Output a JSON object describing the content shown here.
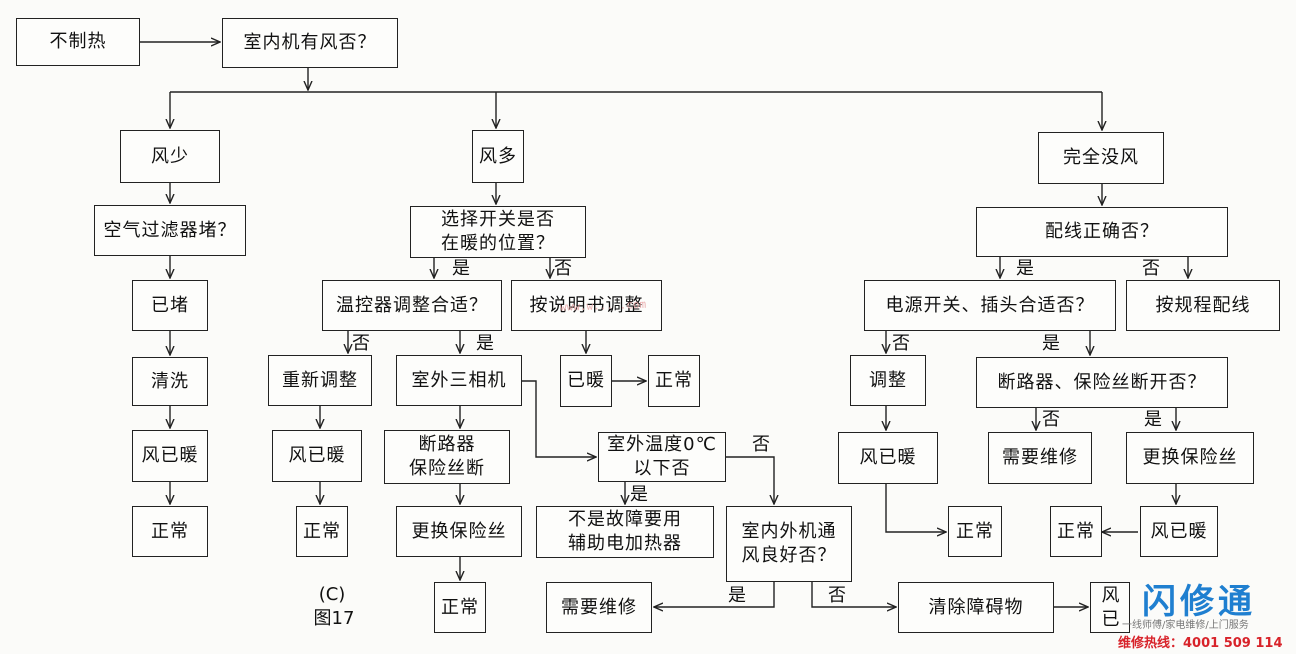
{
  "nodes": {
    "no_heat": "不制热",
    "indoor_wind": "室内机有风否？",
    "wind_low": "风少",
    "wind_high": "风多",
    "no_wind": "完全没风",
    "filter_blocked_q": "空气过滤器堵？",
    "blocked": "已堵",
    "clean": "清洗",
    "wind_warm_1": "风已暖",
    "normal_1": "正常",
    "selector_switch_q": "选择开关是否\n在暖的位置？",
    "thermostat_q": "温控器调整合适？",
    "adjust_by_manual": "按说明书调整",
    "readjust": "重新调整",
    "outdoor_3phase": "室外三相机",
    "warm": "已暖",
    "normal_2": "正常",
    "wind_warm_2": "风已暖",
    "normal_3": "正常",
    "breaker_fuse_blown": "断路器\n保险丝断",
    "outdoor_temp_q": "室外温度0℃\n以下否",
    "replace_fuse_1": "更换保险丝",
    "not_fault_aux": "不是故障要用\n辅助电加热器",
    "normal_4": "正常",
    "airflow_good_q": "室内外机通\n风良好否？",
    "need_repair_1": "需要维修",
    "clear_obstacle": "清除障碍物",
    "wind_warm_trunc": "风已",
    "wiring_q": "配线正确否？",
    "power_switch_q": "电源开关、插头合适否？",
    "wire_by_rule": "按规程配线",
    "adjust": "调整",
    "breaker_fuse_q": "断路器、保险丝断开否？",
    "wind_warm_3": "风已暖",
    "need_repair_2": "需要维修",
    "replace_fuse_2": "更换保险丝",
    "normal_5": "正常",
    "normal_6": "正常",
    "wind_warm_4": "风已暖"
  },
  "labels": {
    "yes": "是",
    "no": "否"
  },
  "caption": {
    "sub": "(C)",
    "figure": "图17"
  },
  "watermark": "www.w... .com",
  "brand": {
    "name": "闪修通",
    "tagline": "一线师傅/家电维修/上门服务",
    "hotline": "维修热线：4001 509 114",
    "color": "#1f7fd0",
    "hotline_color": "#d8232a"
  }
}
